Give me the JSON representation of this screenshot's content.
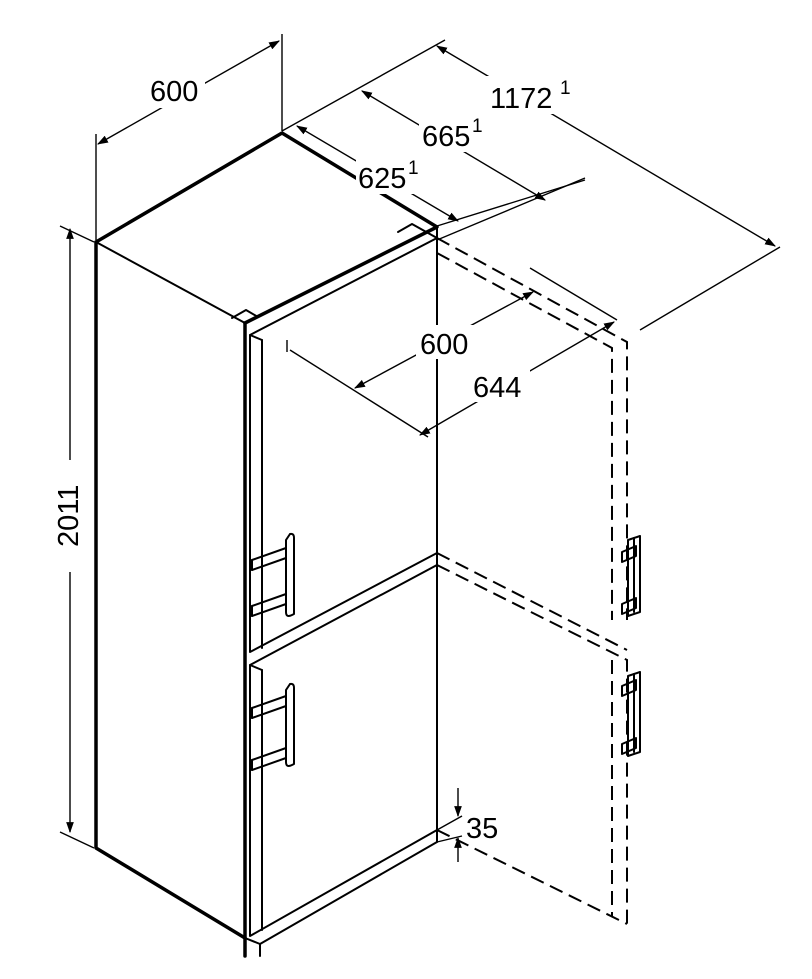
{
  "dimensions": {
    "width_top": "600",
    "depth_total_open": "1172",
    "depth_with_handle": "665",
    "depth_body": "625",
    "height": "2011",
    "width_door": "600",
    "width_door_open": "644",
    "base_gap": "35"
  },
  "footnote_marks": {
    "depth_total_open": "1",
    "depth_with_handle": "1",
    "depth_body": "1"
  }
}
